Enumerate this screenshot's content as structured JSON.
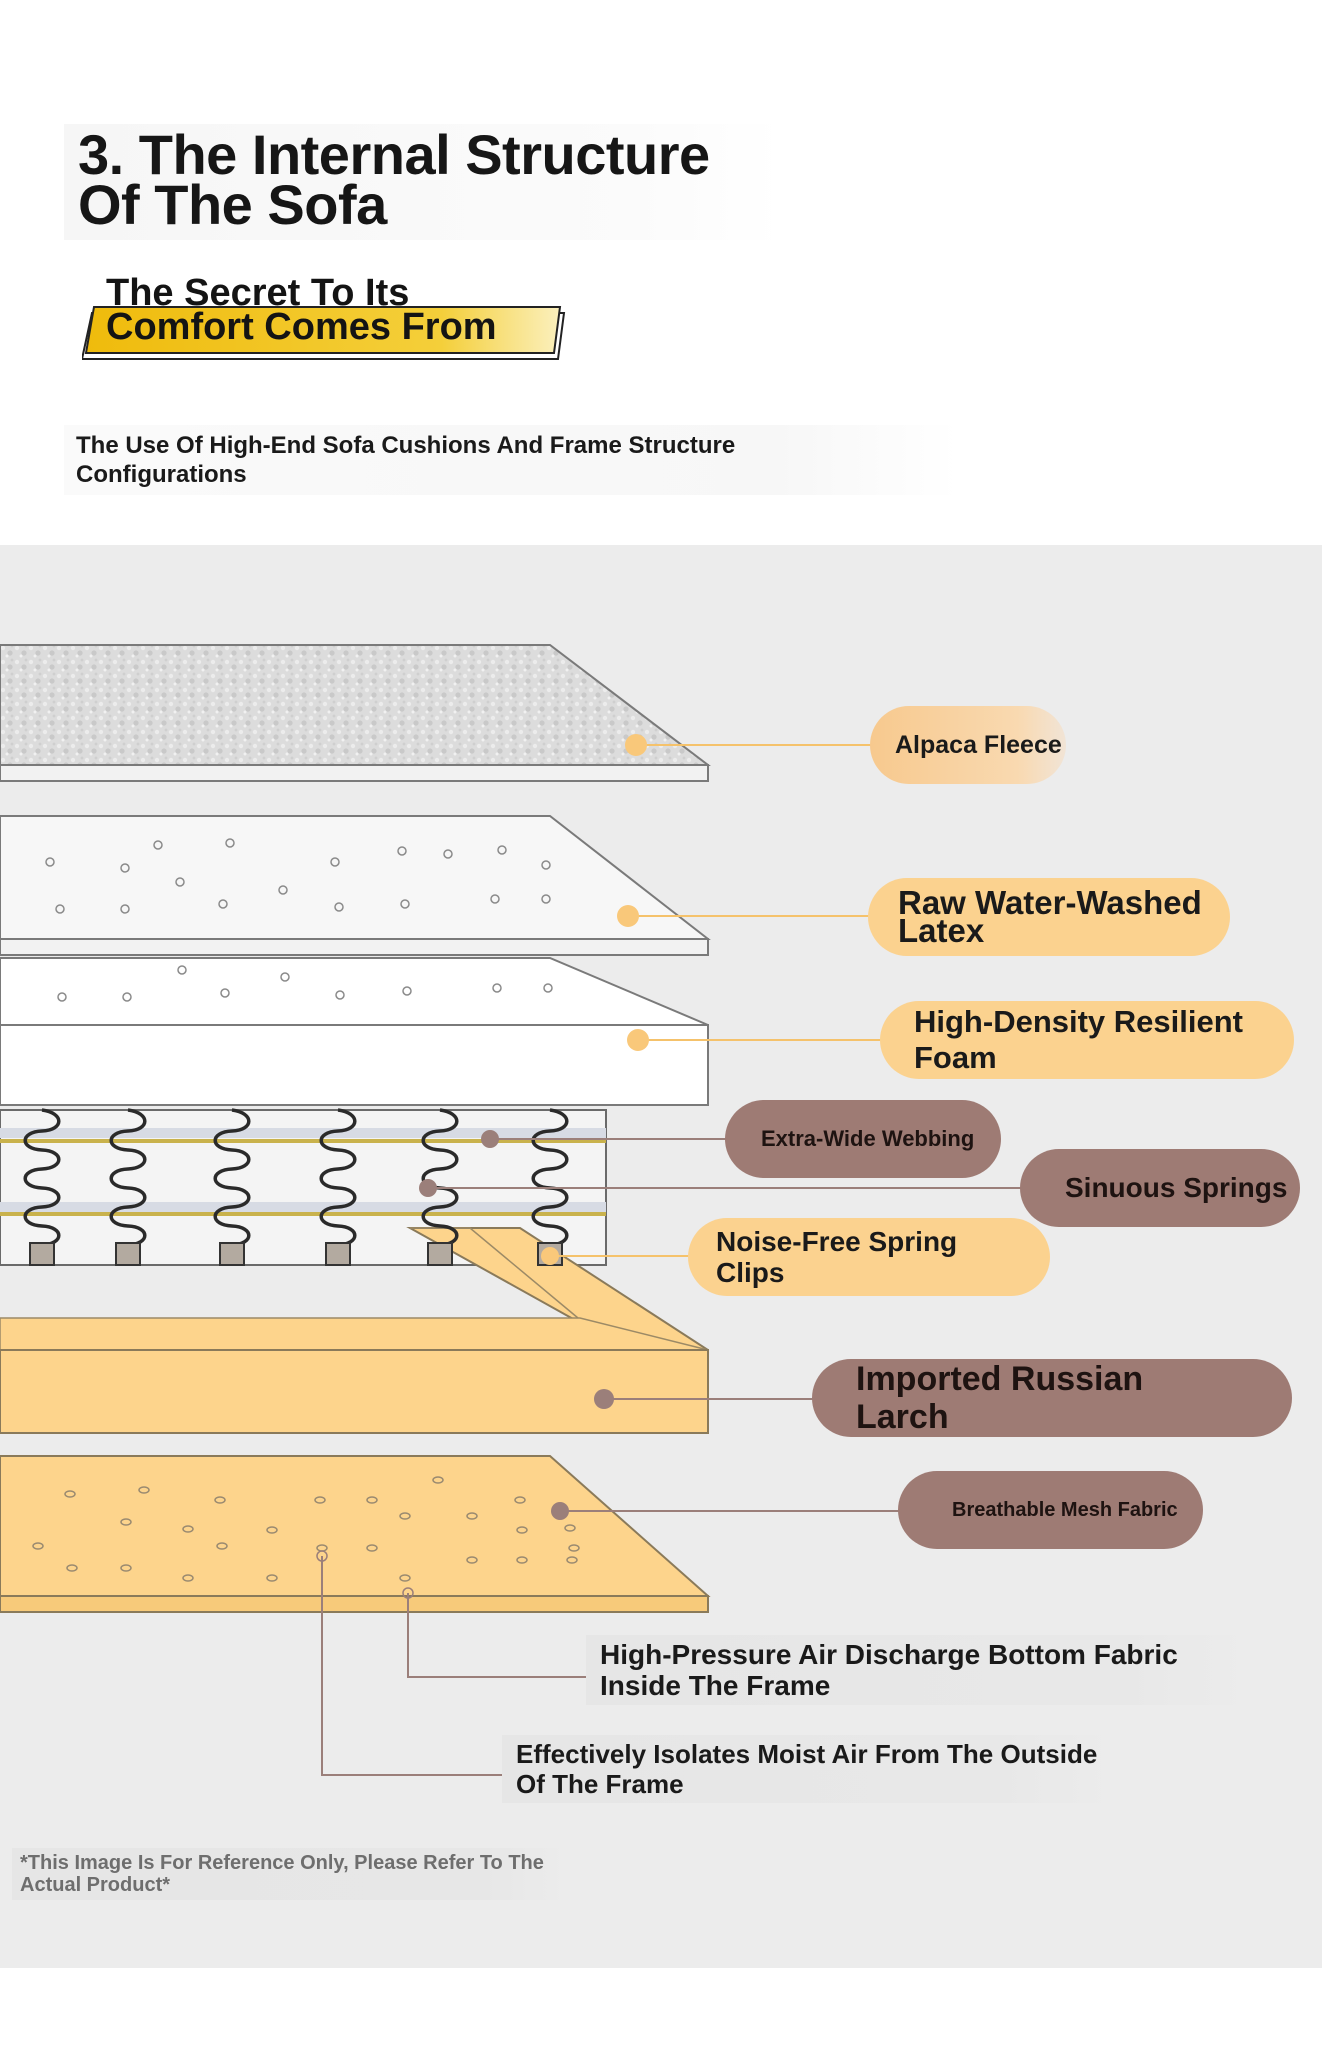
{
  "header": {
    "title_line1": "3. The Internal Structure",
    "title_line2": "Of The Sofa",
    "banner_line1": "The Secret To Its",
    "banner_line2": "Comfort Comes From",
    "subtitle_line1": "The Use Of High-End Sofa Cushions And Frame Structure",
    "subtitle_line2": "Configurations"
  },
  "layers": [
    {
      "label": "Alpaca Fleece"
    },
    {
      "label_line1": "Raw Water-Washed",
      "label_line2": "Latex"
    },
    {
      "label_line1": "High-Density Resilient",
      "label_line2": "Foam"
    },
    {
      "label": "Extra-Wide Webbing"
    },
    {
      "label": "Sinuous Springs"
    },
    {
      "label_line1": "Noise-Free Spring",
      "label_line2": "Clips"
    },
    {
      "label_line1": "Imported Russian",
      "label_line2": "Larch"
    },
    {
      "label": "Breathable Mesh Fabric"
    }
  ],
  "notes": {
    "note1_line1": "High-Pressure Air Discharge Bottom Fabric",
    "note1_line2": "Inside The Frame",
    "note2_line1": "Effectively Isolates Moist Air From The Outside",
    "note2_line2": "Of The Frame"
  },
  "disclaimer": {
    "line1": "*This Image Is For Reference Only, Please Refer To The",
    "line2": "Actual Product*"
  },
  "colors": {
    "panel_bg": "#ececec",
    "cream_pill": "#fbd28f",
    "brown_pill": "#9e7b74",
    "wood": "#fdd48c",
    "leader_cream": "#f5c26b",
    "leader_brown": "#9b7f7a",
    "banner_gold": "#f3c316"
  }
}
